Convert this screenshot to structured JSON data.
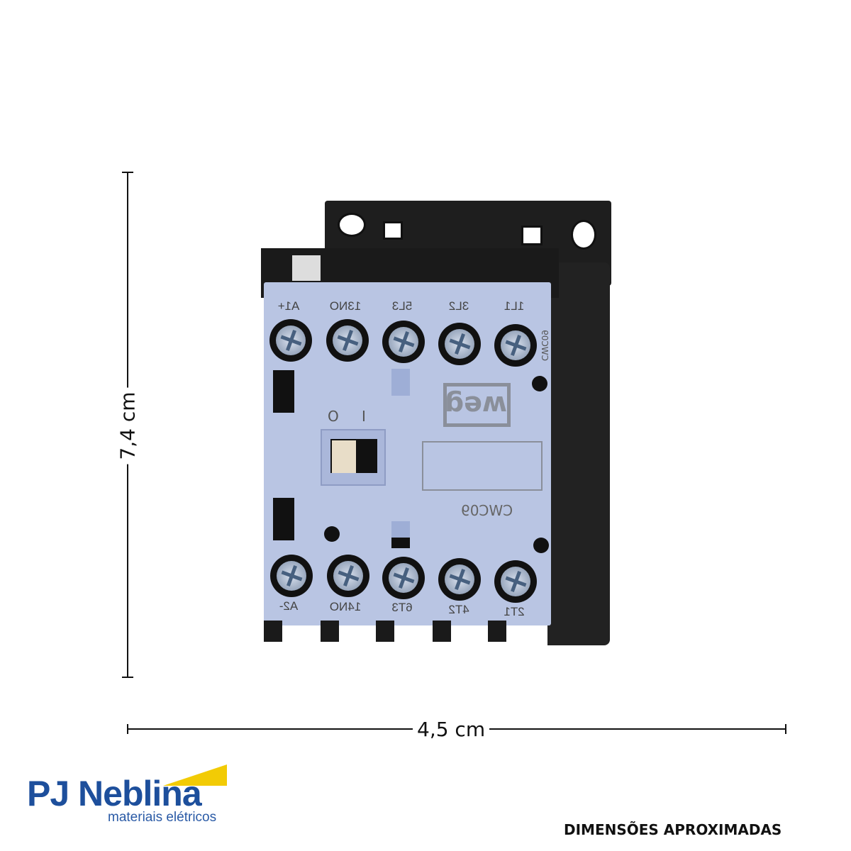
{
  "dimensions": {
    "height_label": "7,4 cm",
    "width_label": "4,5 cm"
  },
  "product": {
    "brand": "weg",
    "model": "CWC09",
    "side_model": "CWC09",
    "switch_labels": [
      "O",
      "I"
    ],
    "top_terminals": [
      "A1+",
      "13NO",
      "5L3",
      "3L2",
      "1L1"
    ],
    "bottom_terminals": [
      "A2-",
      "14NO",
      "6T3",
      "4T2",
      "2T1"
    ],
    "colors": {
      "face": "#b9c5e3",
      "body": "#1e1e1e"
    }
  },
  "logo": {
    "name": "PJ Neblina",
    "tagline": "materiais elétricos",
    "colors": {
      "blue": "#1d4f9c",
      "yellow": "#f2cb05"
    }
  },
  "note": "DIMENSÕES APROXIMADAS"
}
